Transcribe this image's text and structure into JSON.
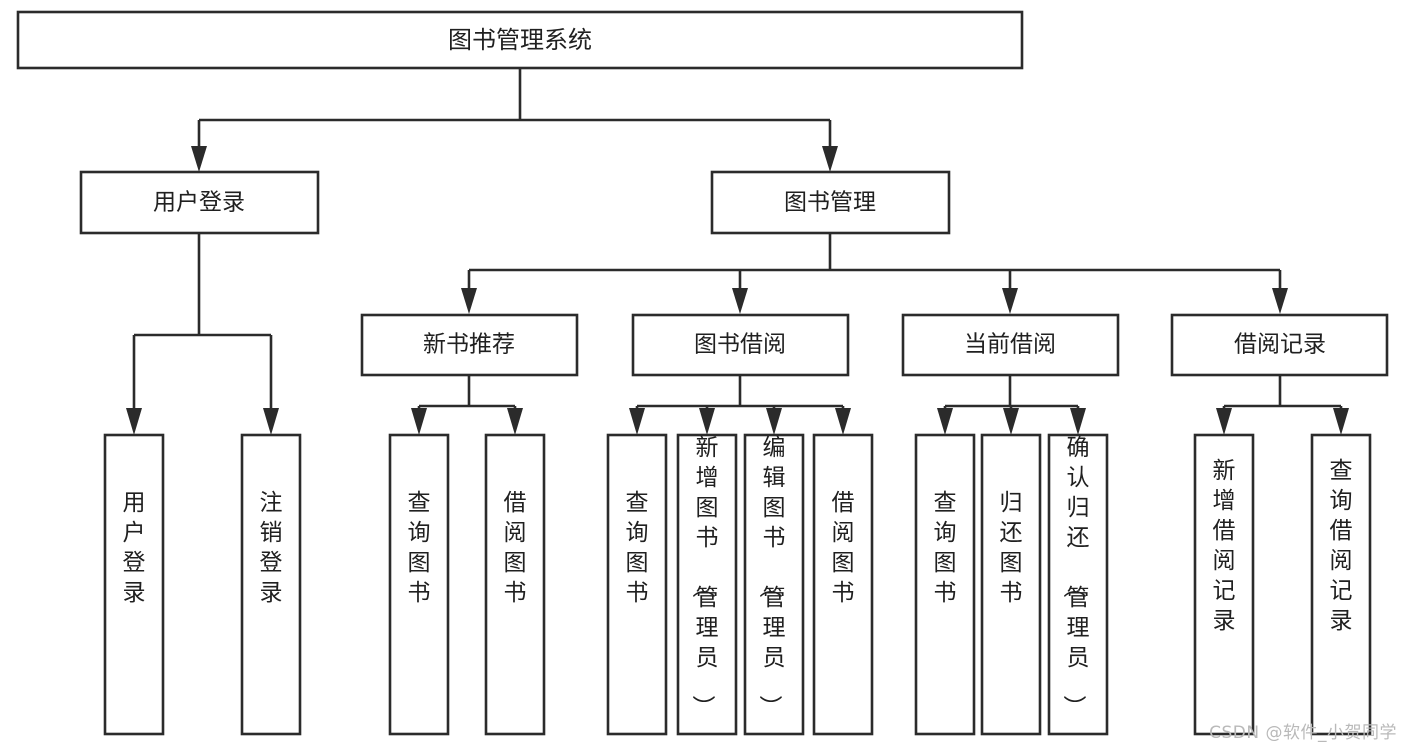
{
  "diagram": {
    "type": "tree",
    "title": "图书管理系统",
    "watermark": "CSDN @软件_小贺同学",
    "colors": {
      "box_fill": "#ffffff",
      "box_stroke": "#2b2b2b",
      "text": "#202020",
      "watermark": "#b9b9b9",
      "background": "#ffffff"
    },
    "root": {
      "label": "图书管理系统",
      "orientation": "horizontal"
    },
    "level2": [
      {
        "label": "用户登录",
        "orientation": "horizontal"
      },
      {
        "label": "图书管理",
        "orientation": "horizontal"
      }
    ],
    "level3": [
      {
        "label": "新书推荐",
        "orientation": "horizontal"
      },
      {
        "label": "图书借阅",
        "orientation": "horizontal"
      },
      {
        "label": "当前借阅",
        "orientation": "horizontal"
      },
      {
        "label": "借阅记录",
        "orientation": "horizontal"
      }
    ],
    "leaves": {
      "user_login": [
        {
          "label": "用户登录",
          "orientation": "vertical"
        },
        {
          "label": "注销登录",
          "orientation": "vertical"
        }
      ],
      "new_book_recommend": [
        {
          "label": "查询图书",
          "orientation": "vertical"
        },
        {
          "label": "借阅图书",
          "orientation": "vertical"
        }
      ],
      "book_borrow": [
        {
          "label": "查询图书",
          "orientation": "vertical"
        },
        {
          "label": "新增图书（管理员）",
          "orientation": "vertical"
        },
        {
          "label": "编辑图书（管理员）",
          "orientation": "vertical"
        },
        {
          "label": "借阅图书",
          "orientation": "vertical"
        }
      ],
      "current_borrow": [
        {
          "label": "查询图书",
          "orientation": "vertical"
        },
        {
          "label": "归还图书",
          "orientation": "vertical"
        },
        {
          "label": "确认归还（管理员）",
          "orientation": "vertical"
        }
      ],
      "borrow_record": [
        {
          "label": "新增借阅记录",
          "orientation": "vertical"
        },
        {
          "label": "查询借阅记录",
          "orientation": "vertical"
        }
      ]
    }
  }
}
